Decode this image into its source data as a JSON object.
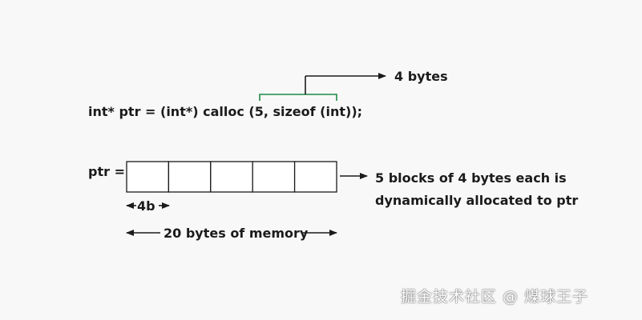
{
  "code_line": "int* ptr = (int*) calloc (5, sizeof (int));",
  "bracket_label": "4 bytes",
  "ptr_label": "ptr =",
  "block_count": 5,
  "cell_size_label": "4b",
  "total_label": "20 bytes of memory",
  "allocation_note": {
    "line1": "5 blocks of 4 bytes each is",
    "line2": "dynamically allocated to ptr"
  },
  "watermark": "掘金技术社区 @ 煤球王子",
  "colors": {
    "text": "#1b1b1b",
    "bracket": "#1e8a45",
    "background": "#f8f8f8",
    "cell_fill": "#ffffff"
  }
}
